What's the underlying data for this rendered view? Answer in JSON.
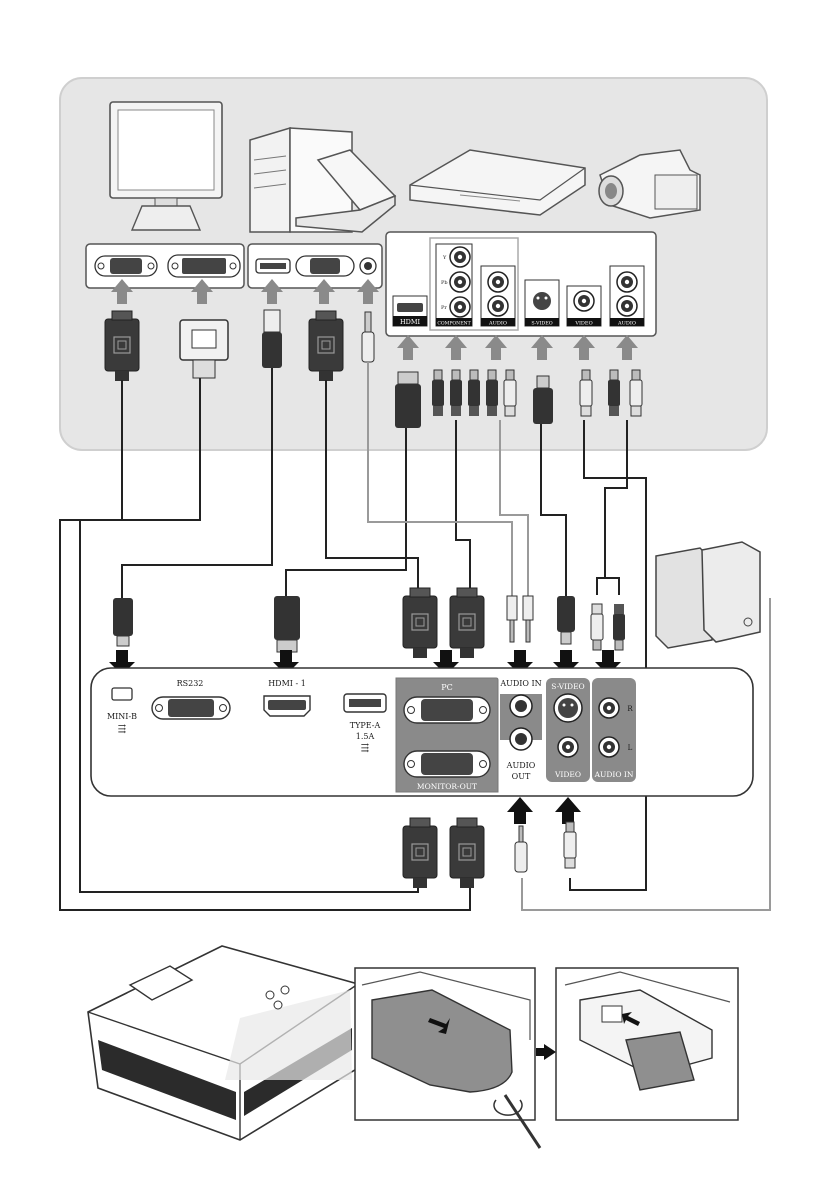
{
  "labels": {
    "hdmi_src": "HDMI",
    "component": "COMPONENT",
    "audio_src1": "AUDIO",
    "svideo_src": "S-VIDEO",
    "video_src": "VIDEO",
    "audio_src2": "AUDIO",
    "comp_y": "Y",
    "comp_pb": "Pb",
    "comp_pr": "Pr",
    "rs232": "RS232",
    "hdmi1": "HDMI - 1",
    "mini_b": "MINI-B",
    "type_a": "TYPE-A",
    "type_a_current": "1.5A",
    "pc": "PC",
    "monitor_out": "MONITOR-OUT",
    "audio_in": "AUDIO  IN",
    "audio_out_1": "AUDIO",
    "audio_out_2": "OUT",
    "svideo": "S-VIDEO",
    "video": "VIDEO",
    "audio_in_2": "AUDIO IN",
    "r": "R",
    "l": "L"
  },
  "colors": {
    "panel_bg": "#e6e6e6",
    "panel_border": "#cfcfcf",
    "port_group": "#8a8a8a",
    "cable": "#222222",
    "cable_gray": "#9a9a9a",
    "device_outline": "#555555"
  },
  "icons": [
    "monitor-icon",
    "desktop-pc-icon",
    "laptop-icon",
    "av-player-icon",
    "camcorder-icon",
    "speakers-icon",
    "projector-icon",
    "usb-icon",
    "arrow-up-icon",
    "arrow-down-icon"
  ]
}
